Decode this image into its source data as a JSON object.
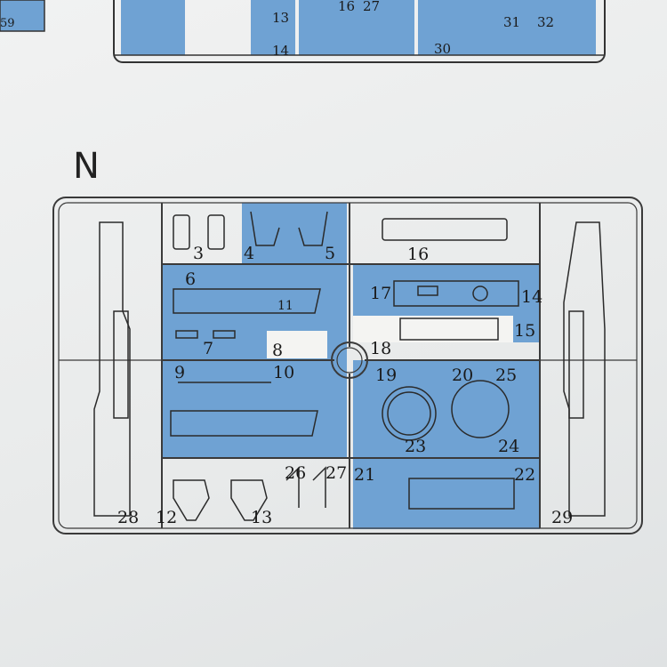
{
  "sheet": {
    "section_letter": "N",
    "colors": {
      "blue": "#6fa2d3",
      "frame": "#3a3a3a",
      "paper": "#eceeee"
    },
    "top_sprue_labels": [
      "59",
      "13",
      "14",
      "16",
      "27",
      "30",
      "31",
      "32"
    ],
    "part_numbers": {
      "p3": "3",
      "p4": "4",
      "p5": "5",
      "p6": "6",
      "p7": "7",
      "p8": "8",
      "p9": "9",
      "p10": "10",
      "p11": "11",
      "p12": "12",
      "p13": "13",
      "p14": "14",
      "p15": "15",
      "p16": "16",
      "p17": "17",
      "p18": "18",
      "p19": "19",
      "p20": "20",
      "p21": "21",
      "p22": "22",
      "p23": "23",
      "p24": "24",
      "p25": "25",
      "p26": "26",
      "p27": "27",
      "p28": "28",
      "p29": "29"
    }
  }
}
